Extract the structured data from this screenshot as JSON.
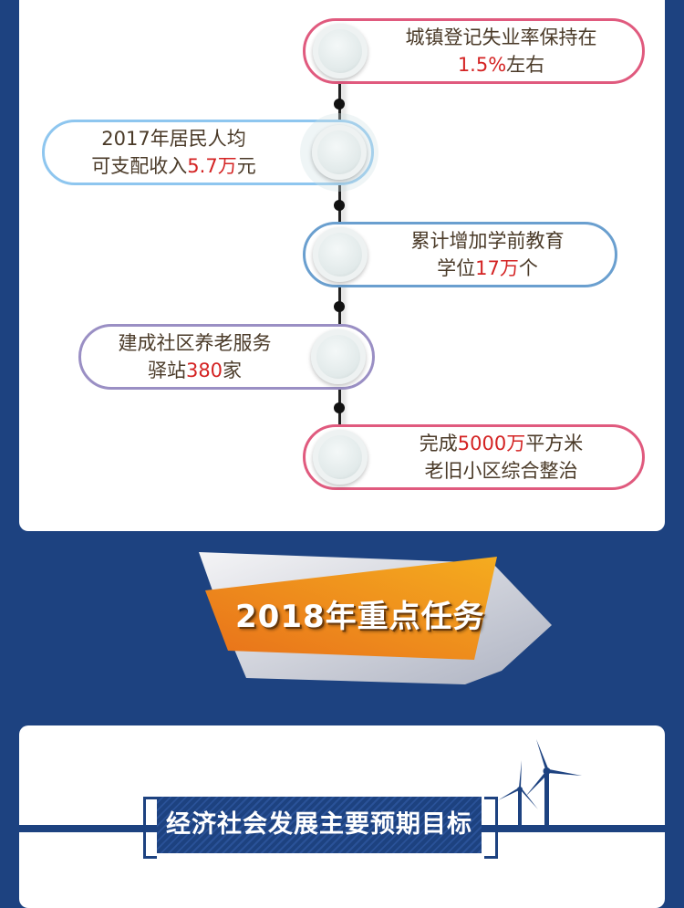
{
  "colors": {
    "background": "#1d4280",
    "card": "#ffffff",
    "highlight": "#d42323",
    "text": "#4a3a28",
    "pill_pink": "#e05a7e",
    "pill_lightblue": "#8ec6ef",
    "pill_steelblue": "#6a9fcf",
    "pill_purple": "#9a8fc4",
    "banner_orange": "#f0901a"
  },
  "timeline": {
    "items": [
      {
        "line1": "城镇登记失业率保持在",
        "line2_highlight": "1.5%",
        "line2_after": "左右",
        "line2_before": ""
      },
      {
        "line1": "2017年居民人均",
        "line2_before": "可支配收入",
        "line2_highlight": "5.7万",
        "line2_after": "元"
      },
      {
        "line1": "累计增加学前教育",
        "line2_before": "学位",
        "line2_highlight": "17万",
        "line2_after": "个"
      },
      {
        "line1": "建成社区养老服务",
        "line2_before": "驿站",
        "line2_highlight": "380",
        "line2_after": "家"
      },
      {
        "line1_before": "完成",
        "line1_highlight": "5000万",
        "line1_after": "平方米",
        "line2": "老旧小区综合整治"
      }
    ]
  },
  "banner": {
    "title": "2018年重点任务"
  },
  "section": {
    "title": "经济社会发展主要预期目标",
    "icon": "wind-turbine-icon"
  }
}
